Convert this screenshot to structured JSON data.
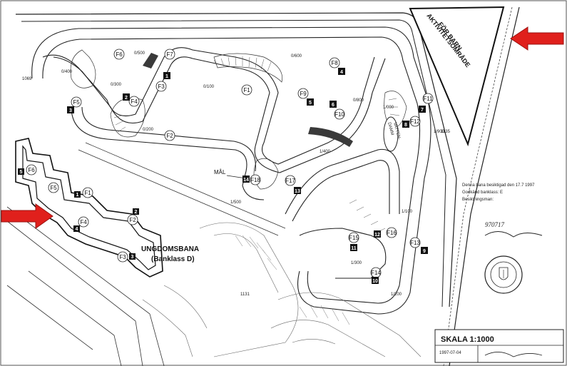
{
  "title_block": {
    "scale": "SKALA 1:1000",
    "date": "1997-07-04"
  },
  "areas": {
    "activity_line1": "AKTIVITETSOMRÅDE",
    "activity_line2": "FÖR BARN",
    "youth_line1": "UNGDOMSBANA",
    "youth_line2": "(Banklass D)",
    "water_line1": "VATTEN-",
    "water_line2": "DAMM",
    "goal": "MÅL"
  },
  "markers": {
    "flags": [
      "F1",
      "F2",
      "F3",
      "F4",
      "F5",
      "F6",
      "F7",
      "F8",
      "F9",
      "F10",
      "F11",
      "F12",
      "F13",
      "F14",
      "F15",
      "F16",
      "F17",
      "F18"
    ],
    "youth_flags": [
      "F1",
      "F2",
      "F3",
      "F4",
      "F5",
      "F6"
    ],
    "posts": [
      "1",
      "2",
      "3",
      "4",
      "5",
      "6",
      "7",
      "8",
      "9",
      "10",
      "11",
      "12",
      "13",
      "14"
    ],
    "youth_posts": [
      "1",
      "2",
      "3",
      "4",
      "5"
    ]
  },
  "distances": [
    "0/500",
    "0/400",
    "0/300",
    "0/200",
    "0/100",
    "0/600",
    "0/800",
    "1/000",
    "1/100",
    "1/200",
    "1/300",
    "1/400",
    "1/500",
    "1/900",
    "1069",
    "1131",
    "1135"
  ],
  "inspection": {
    "line1": "Denna bana besiktigad den 17.7 1997",
    "line2": "Godkänd banklass: E",
    "line3": "Besiktningsman:",
    "sig_date": "970717"
  },
  "arrows": {
    "color": "#e0201c"
  }
}
